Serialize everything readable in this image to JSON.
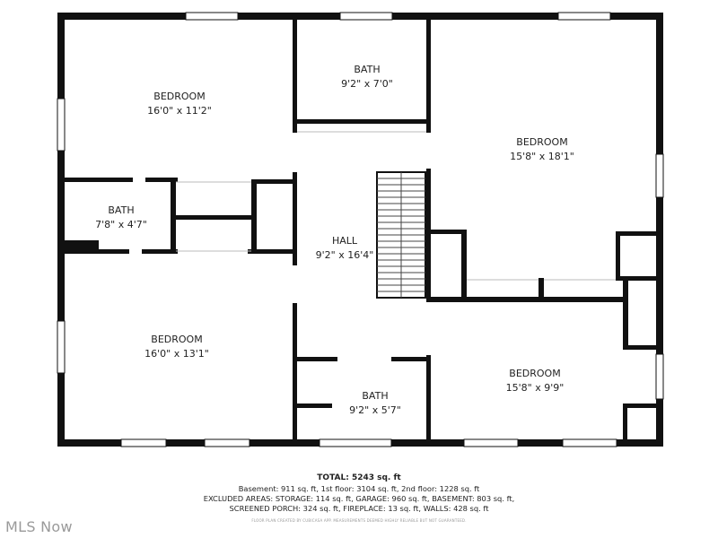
{
  "rooms": {
    "bedroom_nw": {
      "name": "BEDROOM",
      "dims": "16'0\" x 11'2\""
    },
    "bath_n": {
      "name": "BATH",
      "dims": "9'2\" x 7'0\""
    },
    "bedroom_ne": {
      "name": "BEDROOM",
      "dims": "15'8\" x 18'1\""
    },
    "bath_w": {
      "name": "BATH",
      "dims": "7'8\" x 4'7\""
    },
    "hall": {
      "name": "HALL",
      "dims": "9'2\" x 16'4\""
    },
    "bedroom_sw": {
      "name": "BEDROOM",
      "dims": "16'0\" x 13'1\""
    },
    "bath_s": {
      "name": "BATH",
      "dims": "9'2\" x 5'7\""
    },
    "bedroom_se": {
      "name": "BEDROOM",
      "dims": "15'8\" x 9'9\""
    }
  },
  "summary": {
    "total": "TOTAL: 5243 sq. ft",
    "line1": "Basement: 911 sq. ft, 1st floor: 3104 sq. ft, 2nd floor: 1228 sq. ft",
    "line2": "EXCLUDED AREAS: STORAGE: 114 sq. ft, GARAGE: 960 sq. ft, BASEMENT: 803 sq. ft,",
    "line3": "SCREENED PORCH: 324 sq. ft, FIREPLACE: 13 sq. ft, WALLS: 428 sq. ft",
    "disclaimer": "FLOOR PLAN CREATED BY CUBICASA APP. MEASUREMENTS DEEMED HIGHLY RELIABLE BUT NOT GUARANTEED."
  },
  "watermark": "MLS Now"
}
